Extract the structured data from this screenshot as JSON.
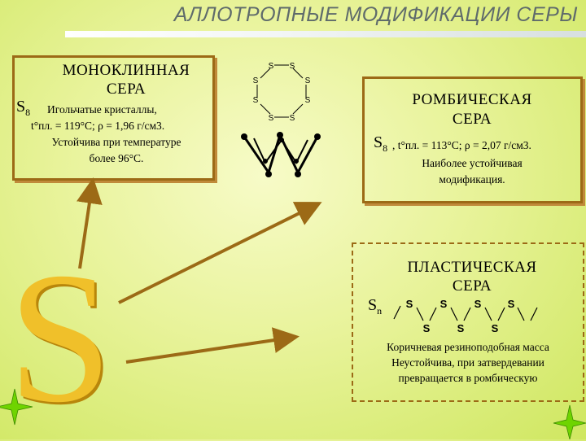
{
  "title": "АЛЛОТРОПНЫЕ МОДИФИКАЦИИ СЕРЫ",
  "big_letter": "S",
  "monoclinic": {
    "heading_line1": "МОНОКЛИННАЯ",
    "heading_line2": "СЕРА",
    "formula": "S",
    "formula_sub": "8",
    "line1": "Игольчатые кристаллы,",
    "line2": "t°пл. = 119°С; ρ = 1,96 г/см3.",
    "line3": "Устойчива при температуре",
    "line4": "более 96°С."
  },
  "rhombic": {
    "heading_line1": "РОМБИЧЕСКАЯ",
    "heading_line2": "СЕРА",
    "formula": "S",
    "formula_sub": "8",
    "line1": ", t°пл. = 113°С; ρ = 2,07 г/см3.",
    "line2": "Наиболее устойчивая",
    "line3": "модификация."
  },
  "plastic": {
    "heading_line1": "ПЛАСТИЧЕСКАЯ",
    "heading_line2": "СЕРА",
    "formula": "S",
    "formula_sub": "n",
    "line1": "Коричневая резиноподобная масса",
    "line2": "Неустойчива, при затвердевании",
    "line3": "превращается в ромбическую"
  },
  "ring_atom_label": "S",
  "chain_atom_label": "S",
  "colors": {
    "arrow": "#9c6a16",
    "box_border": "#9c6a16",
    "big_letter": "#f0c02a",
    "title": "#5f6b6b",
    "star": "#6fd400"
  }
}
